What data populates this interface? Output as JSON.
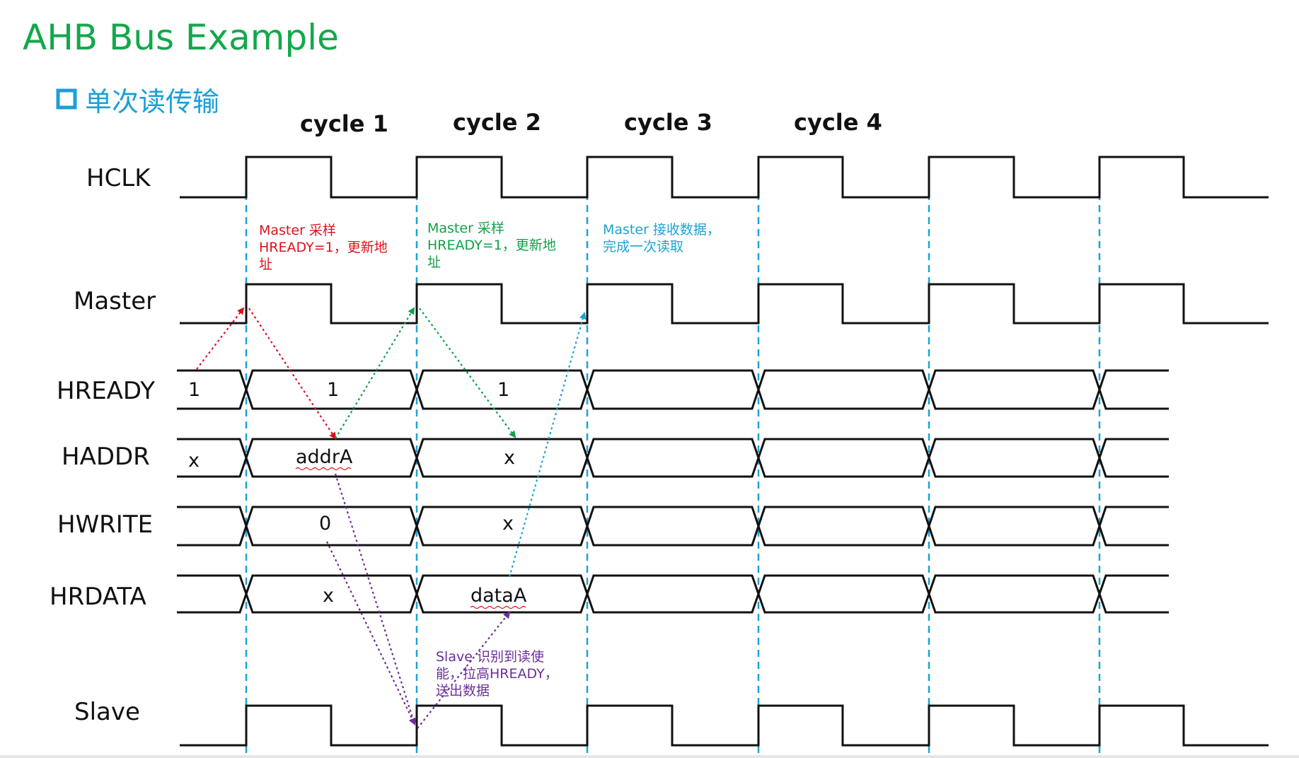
{
  "title": "AHB Bus Example",
  "subtitle": "单次读传输",
  "colors": {
    "title": "#12a84b",
    "subtitle": "#1a9fd8",
    "red": "#d9141c",
    "green": "#11a04a",
    "cyan": "#1aa3d6",
    "purple": "#6a2f9a",
    "dash": "#1aa3d6"
  },
  "cycles": [
    "cycle 1",
    "cycle 2",
    "cycle 3",
    "cycle 4"
  ],
  "signals": {
    "hclk": "HCLK",
    "master": "Master",
    "hready": "HREADY",
    "haddr": "HADDR",
    "hwrite": "HWRITE",
    "hrdata": "HRDATA",
    "slave": "Slave"
  },
  "bus_values": {
    "hready": [
      "1",
      "1",
      "1"
    ],
    "haddr": [
      "x",
      "addrA",
      "x"
    ],
    "hwrite": [
      "0",
      "x"
    ],
    "hrdata": [
      "x",
      "dataA"
    ]
  },
  "annotations": {
    "note_red": [
      "Master 采样",
      "HREADY=1，更新地",
      "址"
    ],
    "note_green": [
      "Master 采样",
      "HREADY=1，更新地",
      "址"
    ],
    "note_cyan": [
      "Master 接收数据，",
      "完成一次读取"
    ],
    "note_purple": [
      "Slave 识别到读使",
      "能，拉高HREADY，",
      "送出数据"
    ]
  }
}
